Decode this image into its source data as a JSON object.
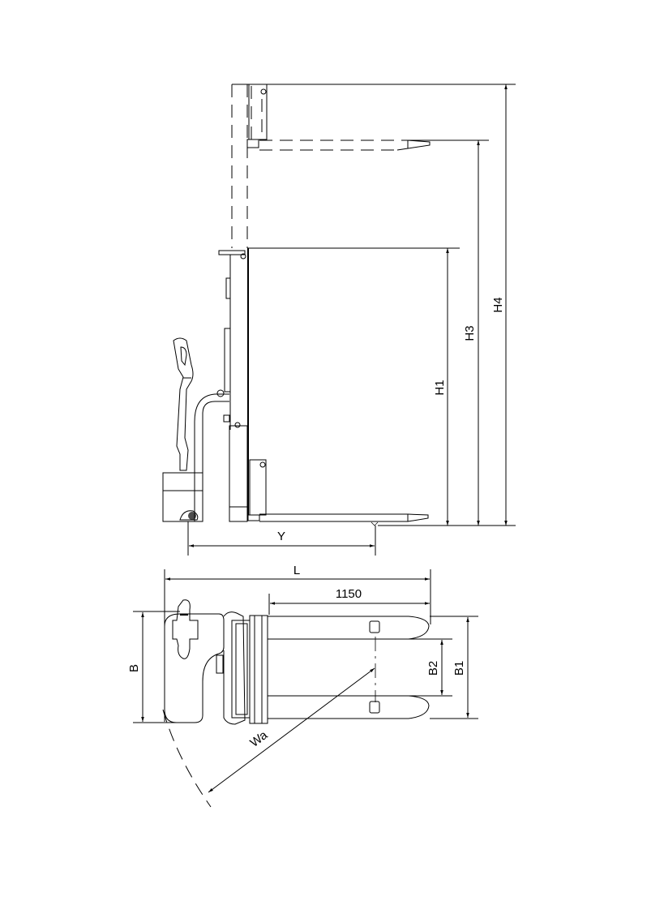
{
  "drawing": {
    "title": "Pallet stacker dimension drawing",
    "views": [
      "side-view",
      "top-view"
    ],
    "line_color": "#000000",
    "background": "#ffffff"
  },
  "dimensions": {
    "h1": "H1",
    "h3": "H3",
    "h4": "H4",
    "y": "Y",
    "l": "L",
    "fork_length": "1150",
    "b": "B",
    "b1": "B1",
    "b2": "B2",
    "wa": "Wa"
  }
}
